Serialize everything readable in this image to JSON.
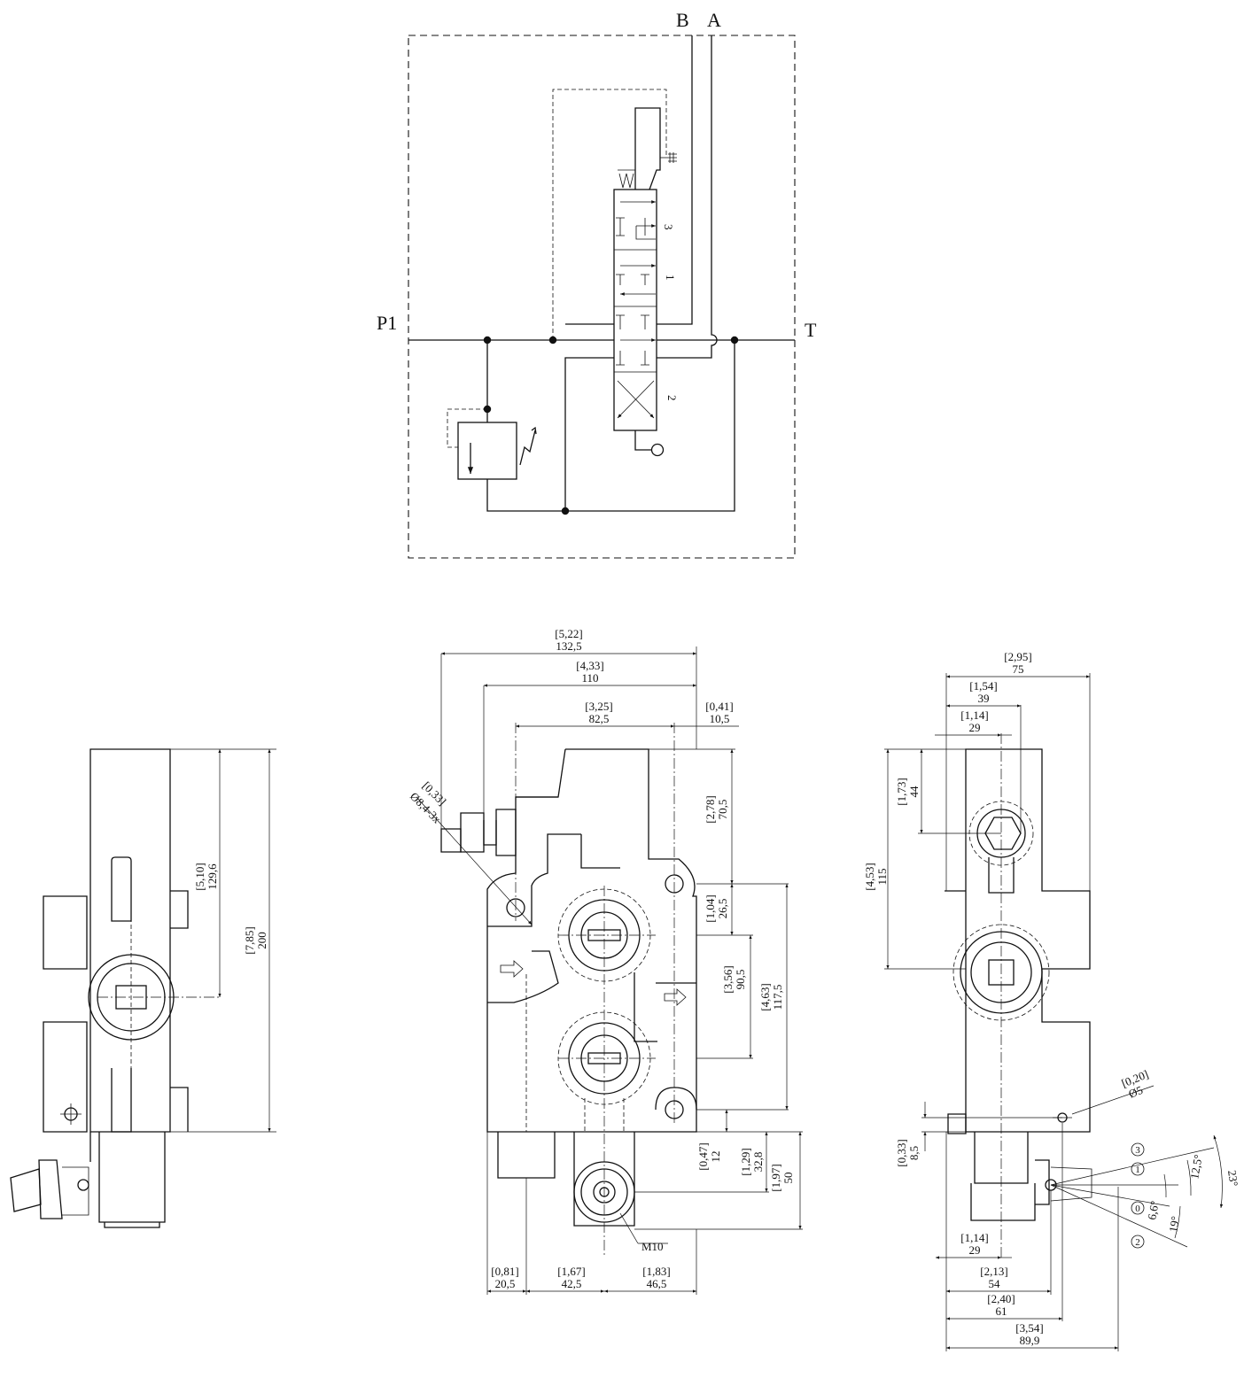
{
  "schematic": {
    "port_b": "B",
    "port_a": "A",
    "port_p1": "P1",
    "port_t": "T",
    "pos_3": "3",
    "pos_1": "1",
    "pos_2": "2"
  },
  "front_view": {
    "w_total": {
      "in": "[5,22]",
      "mm": "132,5"
    },
    "w_body": {
      "in": "[4,33]",
      "mm": "110"
    },
    "w_holes": {
      "in": "[3,25]",
      "mm": "82,5"
    },
    "w_offset": {
      "in": "[0,41]",
      "mm": "10,5"
    },
    "hole_dia": {
      "in": "[0,33]",
      "mm": "Ø8,4-3x"
    },
    "h_top": {
      "in": "[2,78]",
      "mm": "70,5"
    },
    "h_hole": {
      "in": "[1,04]",
      "mm": "26,5"
    },
    "h_ports": {
      "in": "[3,56]",
      "mm": "90,5"
    },
    "h_holes": {
      "in": "[4,63]",
      "mm": "117,5"
    },
    "h_low": {
      "in": "[0,47]",
      "mm": "12"
    },
    "h_spool": {
      "in": "[1,29]",
      "mm": "32,8"
    },
    "h_bottom": {
      "in": "[1,97]",
      "mm": "50"
    },
    "thread": "M10",
    "b_left": {
      "in": "[0,81]",
      "mm": "20,5"
    },
    "b_mid": {
      "in": "[1,67]",
      "mm": "42,5"
    },
    "b_right": {
      "in": "[1,83]",
      "mm": "46,5"
    }
  },
  "left_view": {
    "h_center": {
      "in": "[5,10]",
      "mm": "129,6"
    },
    "h_total": {
      "in": "[7,85]",
      "mm": "200"
    }
  },
  "right_view": {
    "w_total": {
      "in": "[2,95]",
      "mm": "75"
    },
    "w_a": {
      "in": "[1,54]",
      "mm": "39"
    },
    "w_b": {
      "in": "[1,14]",
      "mm": "29"
    },
    "h_a": {
      "in": "[1,73]",
      "mm": "44"
    },
    "h_b": {
      "in": "[4,53]",
      "mm": "115"
    },
    "small_dia": {
      "in": "[0,20]",
      "mm": "Ø5"
    },
    "h_c": {
      "in": "[0,33]",
      "mm": "8,5"
    },
    "b1": {
      "in": "[1,14]",
      "mm": "29"
    },
    "b2": {
      "in": "[2,13]",
      "mm": "54"
    },
    "b3": {
      "in": "[2,40]",
      "mm": "61"
    },
    "b4": {
      "in": "[3,54]",
      "mm": "89,9"
    },
    "ang_23": "23°",
    "ang_12": "12,5°",
    "ang_6": "6,6°",
    "ang_19": "19°",
    "lp3": "3",
    "lp1": "1",
    "lp0": "0",
    "lp2": "2"
  }
}
